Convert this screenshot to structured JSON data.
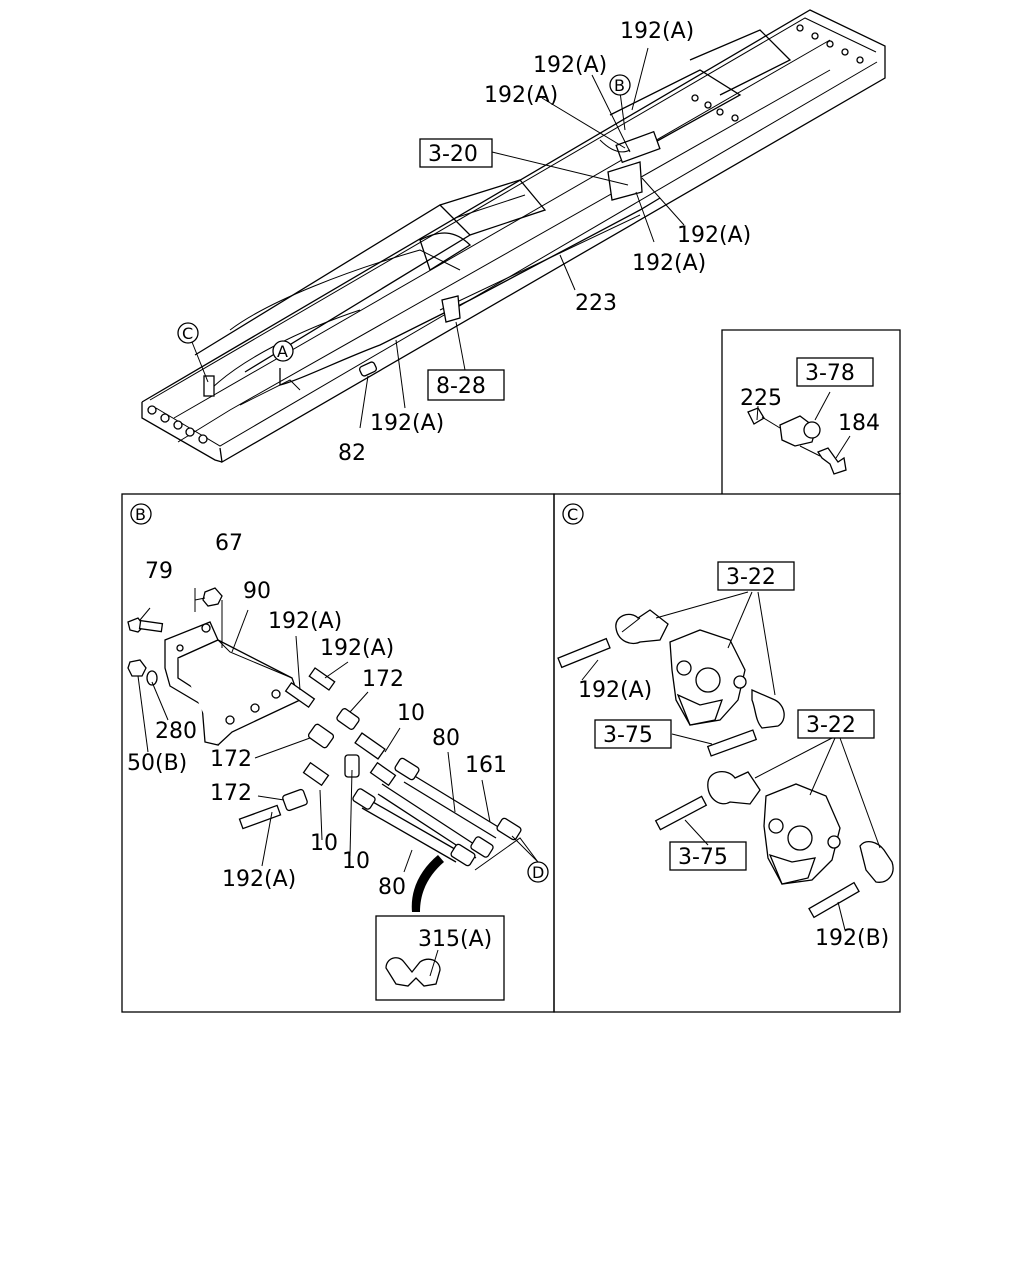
{
  "callouts": {
    "top_a1": "192(A)",
    "top_a2": "192(A)",
    "top_a3": "192(A)",
    "ref_320": "3-20",
    "top_a4": "192(A)",
    "top_a5": "192(A)",
    "p223": "223",
    "ref_828": "8-28",
    "bot_a": "192(A)",
    "p82": "82",
    "p225": "225",
    "ref_378": "3-78",
    "p184": "184",
    "b_67": "67",
    "b_79": "79",
    "b_90": "90",
    "b_a1": "192(A)",
    "b_a2": "192(A)",
    "b_172a": "172",
    "b_280": "280",
    "b_10a": "10",
    "b_80a": "80",
    "b_161": "161",
    "b_50b": "50(B)",
    "b_172b": "172",
    "b_172c": "172",
    "b_10b": "10",
    "b_10c": "10",
    "b_a3": "192(A)",
    "b_80b": "80",
    "b_315a": "315(A)",
    "c_322a": "3-22",
    "c_a": "192(A)",
    "c_375a": "3-75",
    "c_322b": "3-22",
    "c_375b": "3-75",
    "c_b": "192(B)"
  },
  "markers": {
    "a": "A",
    "b": "B",
    "c": "C",
    "d": "D"
  }
}
